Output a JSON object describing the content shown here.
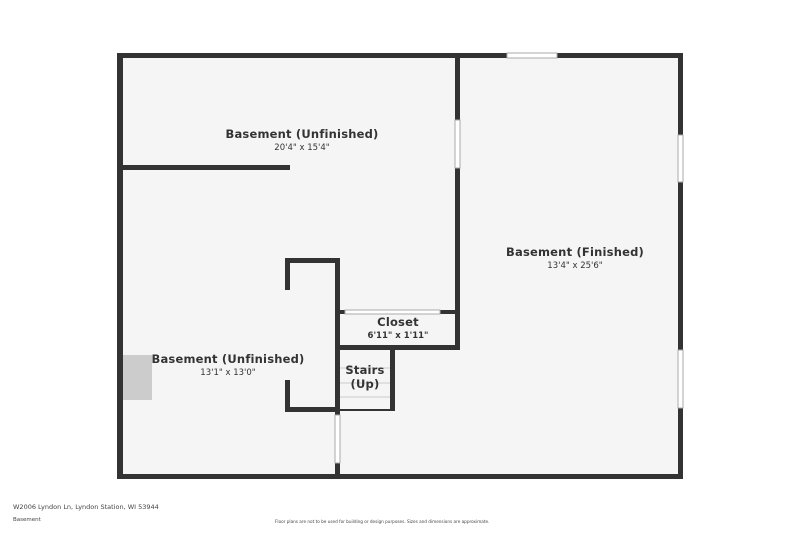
{
  "floorplan": {
    "rooms": [
      {
        "name": "Basement (Unfinished)",
        "dims": "20'4\" x 15'4\""
      },
      {
        "name": "Basement (Finished)",
        "dims": "13'4\" x 25'6\""
      },
      {
        "name": "Closet",
        "dims": "6'11\" x 1'11\""
      },
      {
        "name": "Basement (Unfinished)",
        "dims": "13'1\" x 13'0\""
      },
      {
        "name": "Stairs",
        "sub": "(Up)"
      }
    ],
    "colors": {
      "wall": "#333333",
      "floor": "#f5f5f5",
      "fixture": "#cccccc"
    }
  },
  "footer": {
    "address": "W2006 Lyndon Ln, Lyndon Station, WI 53944",
    "floor": "Basement",
    "disclaimer": "Floor plans are not to be used for building or design purposes. Sizes and dimensions are approximate."
  }
}
